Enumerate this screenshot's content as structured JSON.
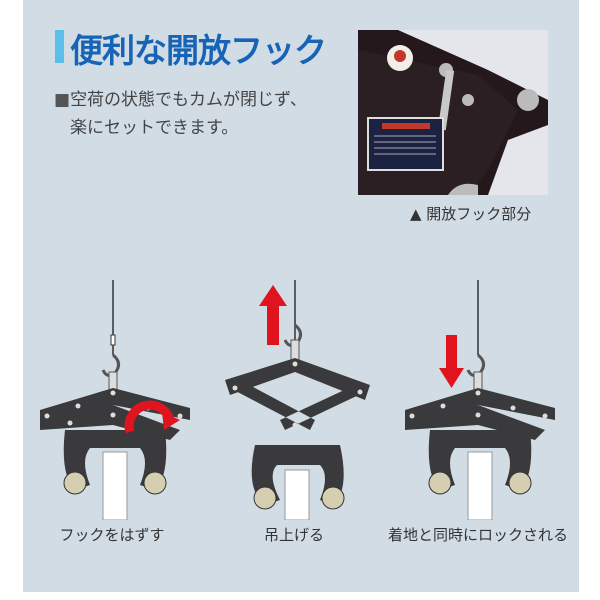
{
  "heading": {
    "title": "便利な開放フック",
    "accent_color": "#1763b5",
    "bar_color": "#5cbfe9"
  },
  "description": {
    "bullet": "■",
    "line1": "空荷の状態でもカムが閉じず、",
    "line2": "楽にセットできます。"
  },
  "photo": {
    "caption": "▲ 開放フック部分"
  },
  "steps": [
    {
      "label": "フックをはずす",
      "arrow": "rotate"
    },
    {
      "label": "吊上げる",
      "arrow": "up"
    },
    {
      "label": "着地と同時にロックされる",
      "arrow": "down"
    }
  ],
  "colors": {
    "panel": "#d1dce5",
    "clamp": "#3a3a3c",
    "arrow": "#e0141e"
  }
}
